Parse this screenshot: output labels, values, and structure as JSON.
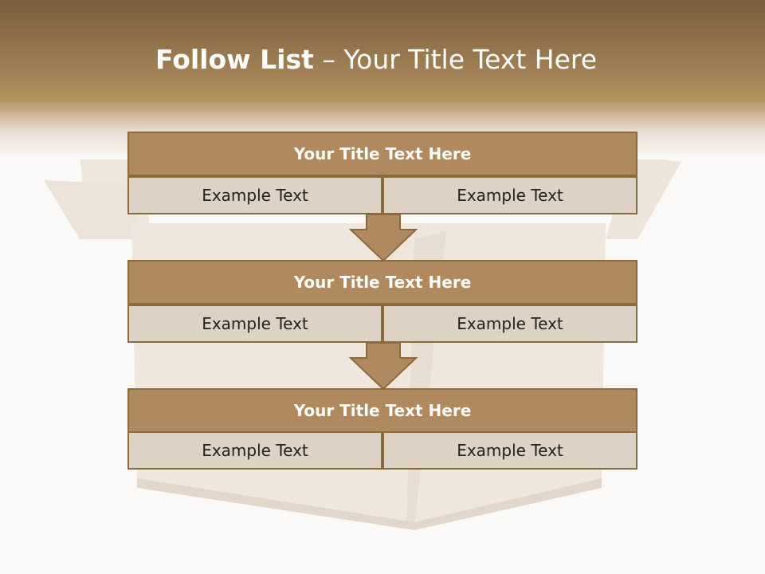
{
  "title": {
    "bold": "Follow List",
    "rest": " – Your Title Text Here"
  },
  "steps": [
    {
      "title": "Your Title Text Here",
      "left": "Example Text",
      "right": "Example Text"
    },
    {
      "title": "Your Title Text Here",
      "left": "Example Text",
      "right": "Example Text"
    },
    {
      "title": "Your Title Text Here",
      "left": "Example Text",
      "right": "Example Text"
    }
  ],
  "colors": {
    "accent": "#b08a5e",
    "border": "#8a6a3f",
    "cell": "#ddd2c3",
    "band": "#7a5e3c"
  },
  "background_image": "cardboard-box"
}
